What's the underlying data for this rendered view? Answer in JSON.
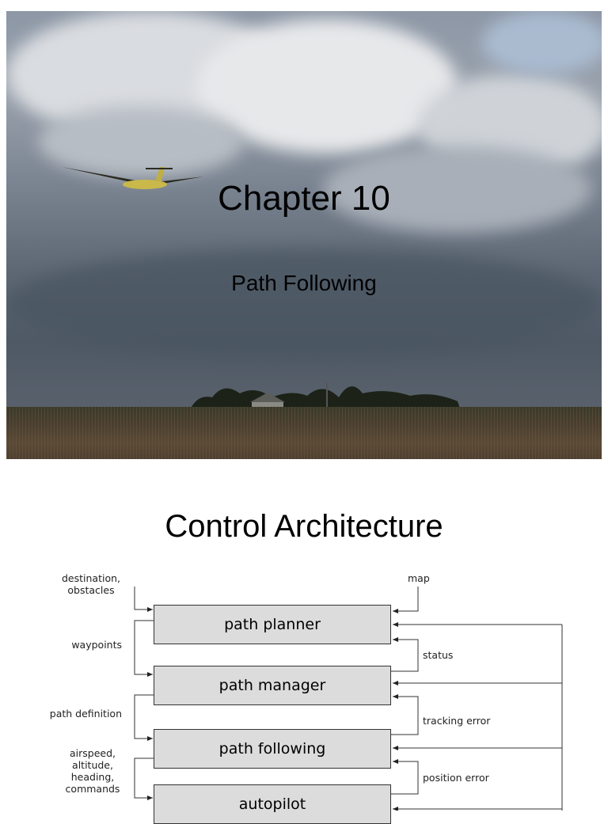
{
  "slide1": {
    "title": "Chapter 10",
    "subtitle": "Path Following"
  },
  "slide2": {
    "title": "Control Architecture",
    "blocks": {
      "path_planner": "path planner",
      "path_manager": "path manager",
      "path_following": "path following",
      "autopilot": "autopilot"
    },
    "labels": {
      "destination": "destination,\nobstacles",
      "map": "map",
      "waypoints": "waypoints",
      "status": "status",
      "path_definition": "path definition",
      "tracking_error": "tracking error",
      "commands": "airspeed,\naltitude,\nheading,\ncommands",
      "position_error": "position error"
    }
  },
  "colors": {
    "block_fill": "#dcdcdc",
    "line": "#333333"
  }
}
